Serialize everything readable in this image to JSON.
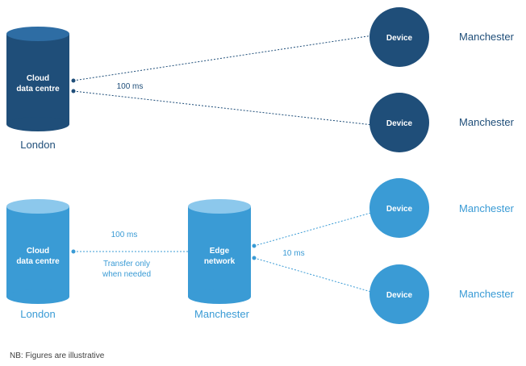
{
  "colors": {
    "dark": "#1f4e79",
    "dark_top": "#2e6da4",
    "light": "#3a9bd5",
    "light_top": "#8cc8ec"
  },
  "top_section": {
    "cloud": {
      "line1": "Cloud",
      "line2": "data centre",
      "location": "London"
    },
    "latency": "100 ms",
    "devices": [
      {
        "label": "Device",
        "location": "Manchester"
      },
      {
        "label": "Device",
        "location": "Manchester"
      }
    ]
  },
  "bottom_section": {
    "cloud": {
      "line1": "Cloud",
      "line2": "data centre",
      "location": "London"
    },
    "cloud_to_edge_latency": "100 ms",
    "transfer_note_line1": "Transfer only",
    "transfer_note_line2": "when needed",
    "edge": {
      "line1": "Edge",
      "line2": "network",
      "location": "Manchester"
    },
    "edge_latency": "10 ms",
    "devices": [
      {
        "label": "Device",
        "location": "Manchester"
      },
      {
        "label": "Device",
        "location": "Manchester"
      }
    ]
  },
  "footnote": "NB: Figures are illustrative"
}
